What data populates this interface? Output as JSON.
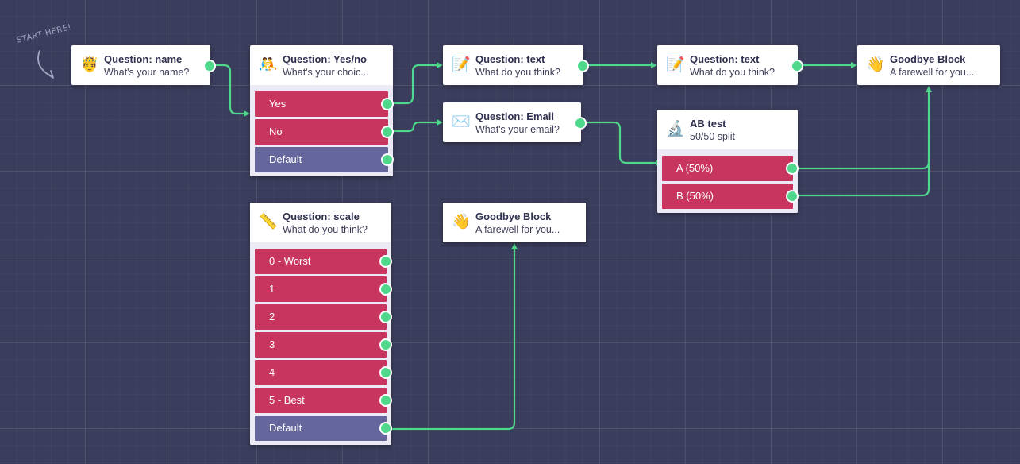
{
  "start_note": "START HERE!",
  "nodes": {
    "name": {
      "icon": "🤴",
      "icon_name": "prince-emoji-icon",
      "title": "Question: name",
      "subtitle": "What's your name?"
    },
    "yesno": {
      "icon": "🤼",
      "icon_name": "wrestlers-emoji-icon",
      "title": "Question: Yes/no",
      "subtitle": "What's your choic...",
      "branches": [
        "Yes",
        "No",
        "Default"
      ]
    },
    "text1": {
      "icon": "📝",
      "icon_name": "memo-emoji-icon",
      "title": "Question: text",
      "subtitle": "What do you think?"
    },
    "email": {
      "icon": "✉️",
      "icon_name": "envelope-emoji-icon",
      "title": "Question: Email",
      "subtitle": "What's your email?"
    },
    "text2": {
      "icon": "📝",
      "icon_name": "memo-emoji-icon",
      "title": "Question: text",
      "subtitle": "What do you think?"
    },
    "abtest": {
      "icon": "🔬",
      "icon_name": "microscope-emoji-icon",
      "title": "AB test",
      "subtitle": "50/50 split",
      "branches": [
        "A (50%)",
        "B (50%)"
      ]
    },
    "goodbye1": {
      "icon": "👋",
      "icon_name": "waving-hand-emoji-icon",
      "title": "Goodbye Block",
      "subtitle": "A farewell for you..."
    },
    "scale": {
      "icon": "📏",
      "icon_name": "ruler-emoji-icon",
      "title": "Question: scale",
      "subtitle": "What do you think?",
      "branches": [
        "0 - Worst",
        "1",
        "2",
        "3",
        "4",
        "5 - Best",
        "Default"
      ]
    },
    "goodbye2": {
      "icon": "👋",
      "icon_name": "waving-hand-emoji-icon",
      "title": "Goodbye Block",
      "subtitle": "A farewell for you..."
    }
  },
  "colors": {
    "background": "#3a3d5c",
    "wire": "#4fd88b",
    "branch": "#c8365f",
    "branch_default": "#65679c",
    "node": "#ffffff"
  }
}
